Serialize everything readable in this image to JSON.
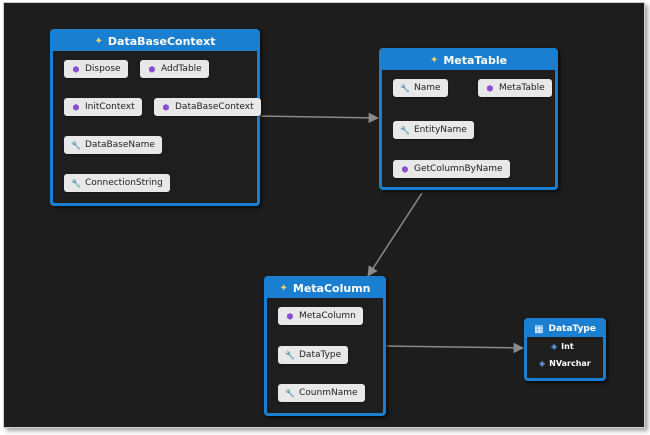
{
  "diagram": {
    "classes": {
      "database_context": {
        "title": "DataBaseContext",
        "members": {
          "dispose": "Dispose",
          "add_table": "AddTable",
          "init_context": "InitContext",
          "database_context_ctor": "DataBaseContext",
          "database_name": "DataBaseName",
          "connection_string": "ConnectionString"
        }
      },
      "meta_table": {
        "title": "MetaTable",
        "members": {
          "name": "Name",
          "meta_table_ctor": "MetaTable",
          "entity_name": "EntityName",
          "get_column_by_name": "GetColumnByName"
        }
      },
      "meta_column": {
        "title": "MetaColumn",
        "members": {
          "meta_column_ctor": "MetaColumn",
          "data_type": "DataType",
          "column_name": "CounmName"
        }
      },
      "data_type_enum": {
        "title": "DataType",
        "values": [
          "Int",
          "NVarchar"
        ]
      }
    },
    "colors": {
      "background": "#1d1d1d",
      "class_border": "#1b7fd1",
      "member_bg": "#e8e8e8",
      "connector": "#8a8a8a"
    },
    "icons": {
      "class": "class-icon",
      "method": "method-icon",
      "property": "wrench-property-icon",
      "enum": "enum-icon",
      "enum_value": "enum-value-icon"
    }
  }
}
